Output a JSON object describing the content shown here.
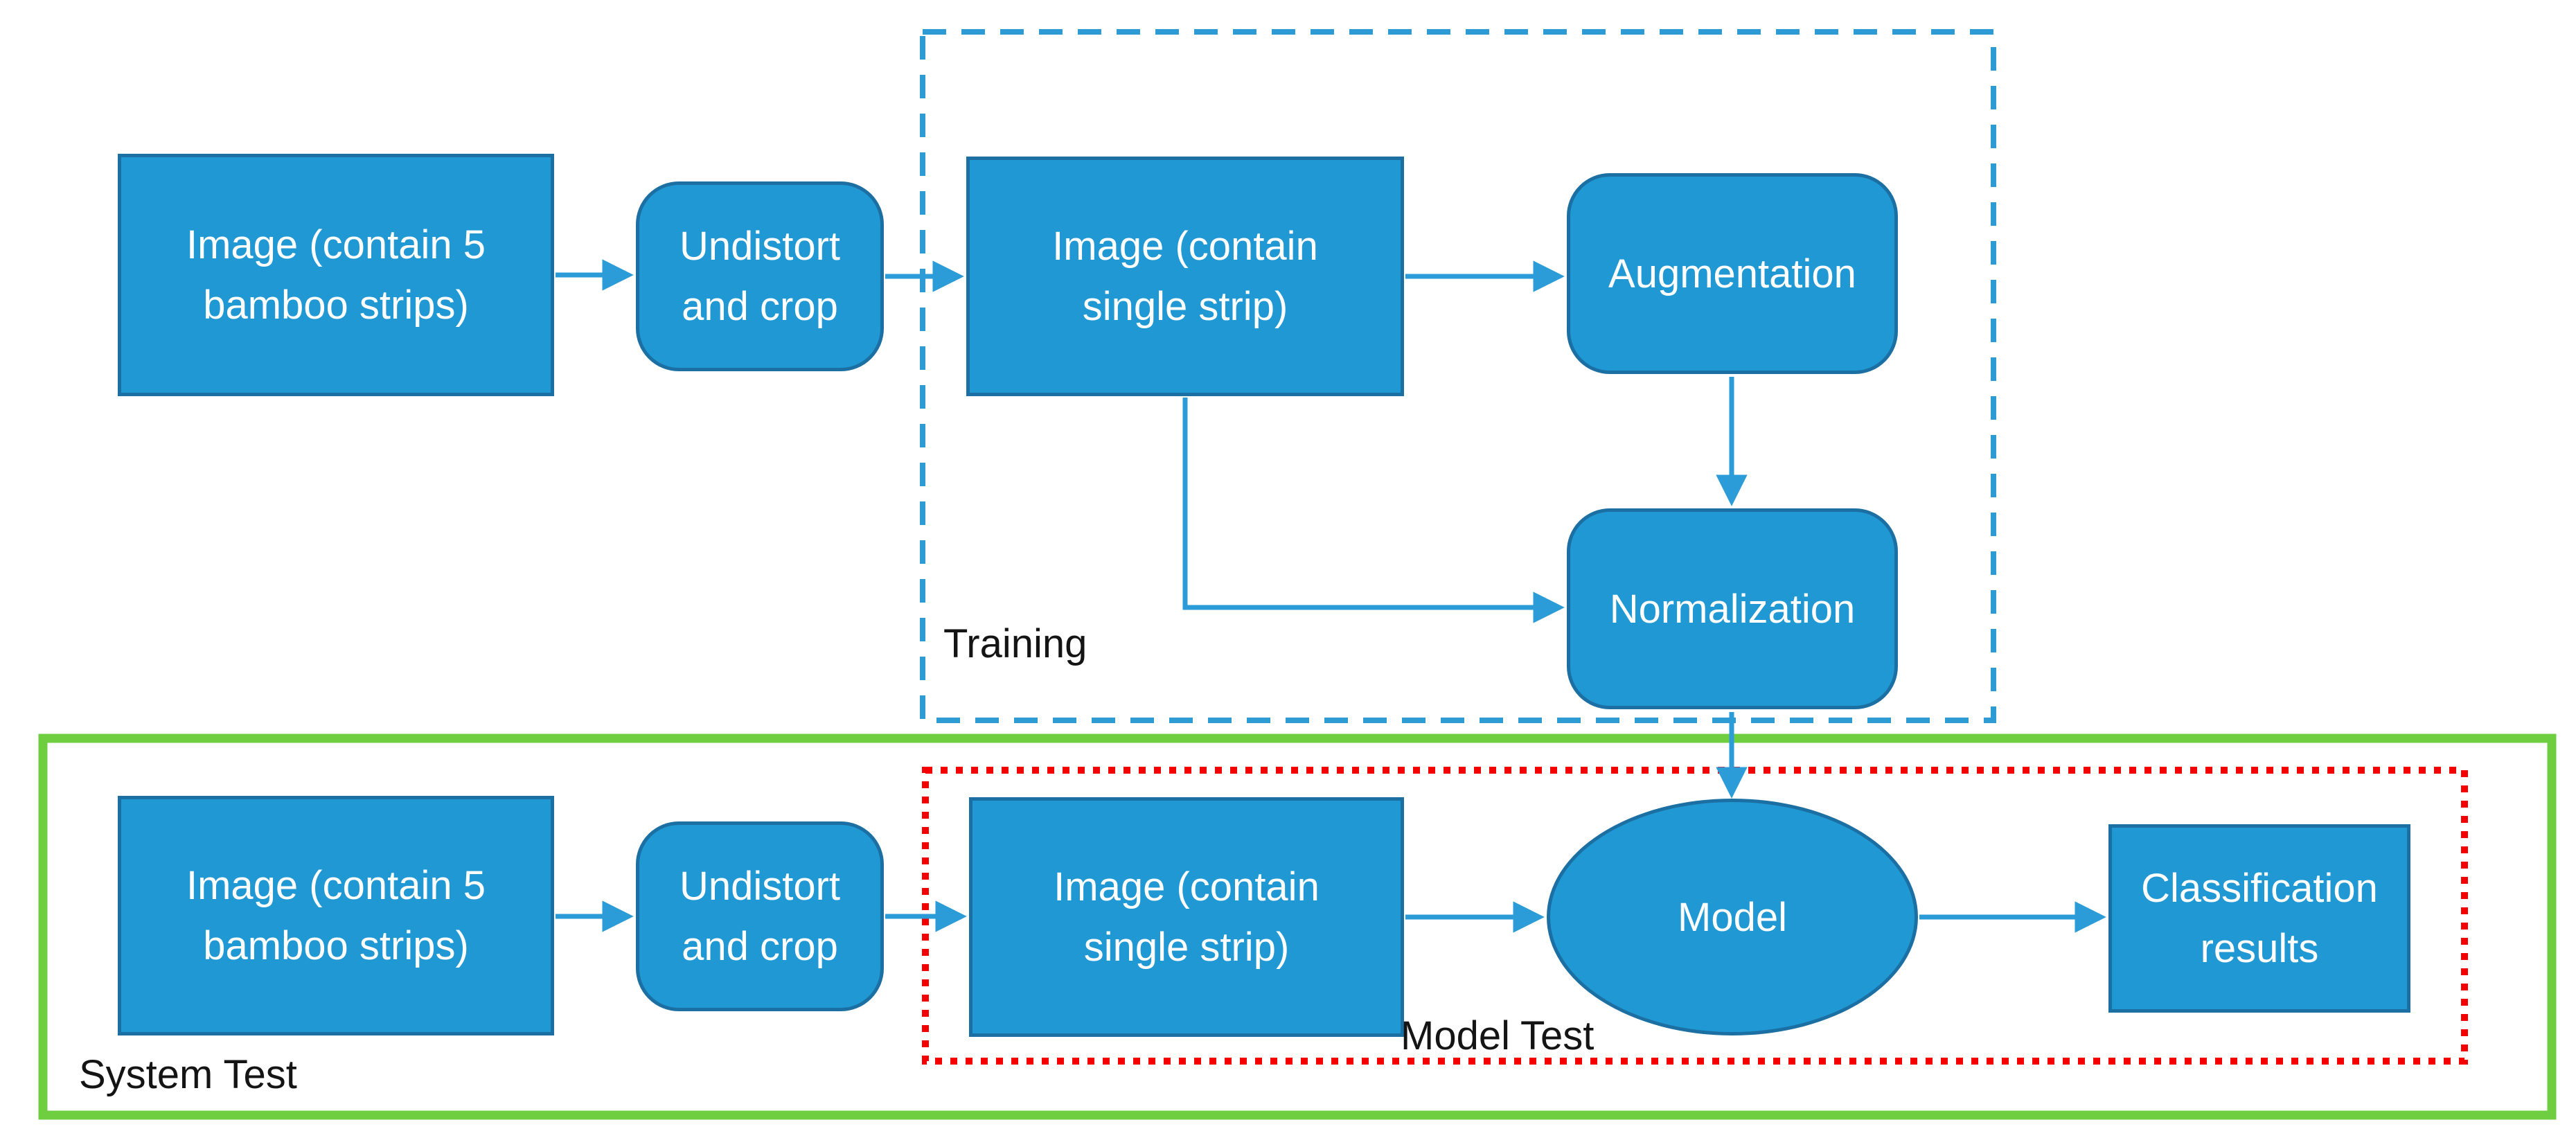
{
  "colors": {
    "node_fill": "#2098D4",
    "node_border": "#1B6FA3",
    "node_text": "#FFFFFF",
    "arrow": "#2B9CD8",
    "training_border": "#2E9BD5",
    "system_border": "#6FCE3F",
    "modeltest_border": "#F50000",
    "label_text": "#141414",
    "background": "#FFFFFF"
  },
  "nodes": {
    "top_image_strips": {
      "label": "Image (contain 5 bamboo strips)",
      "shape": "rect"
    },
    "top_undistort": {
      "label": "Undistort and crop",
      "shape": "rounded"
    },
    "top_single_strip": {
      "label": "Image (contain single strip)",
      "shape": "rect"
    },
    "augmentation": {
      "label": "Augmentation",
      "shape": "rounded"
    },
    "normalization": {
      "label": "Normalization",
      "shape": "rounded"
    },
    "bottom_image_strips": {
      "label": "Image (contain 5 bamboo strips)",
      "shape": "rect"
    },
    "bottom_undistort": {
      "label": "Undistort and crop",
      "shape": "rounded"
    },
    "bottom_single_strip": {
      "label": "Image (contain single strip)",
      "shape": "rect"
    },
    "model": {
      "label": "Model",
      "shape": "ellipse"
    },
    "classification_results": {
      "label": "Classification results",
      "shape": "rect"
    }
  },
  "groups": {
    "training": {
      "label": "Training",
      "border_style": "dashed"
    },
    "system_test": {
      "label": "System Test",
      "border_style": "solid"
    },
    "model_test": {
      "label": "Model Test",
      "border_style": "dotted"
    }
  },
  "edges": [
    {
      "from": "top_image_strips",
      "to": "top_undistort"
    },
    {
      "from": "top_undistort",
      "to": "top_single_strip"
    },
    {
      "from": "top_single_strip",
      "to": "augmentation"
    },
    {
      "from": "augmentation",
      "to": "normalization"
    },
    {
      "from": "top_single_strip",
      "to": "normalization"
    },
    {
      "from": "normalization",
      "to": "model"
    },
    {
      "from": "bottom_image_strips",
      "to": "bottom_undistort"
    },
    {
      "from": "bottom_undistort",
      "to": "bottom_single_strip"
    },
    {
      "from": "bottom_single_strip",
      "to": "model"
    },
    {
      "from": "model",
      "to": "classification_results"
    }
  ]
}
